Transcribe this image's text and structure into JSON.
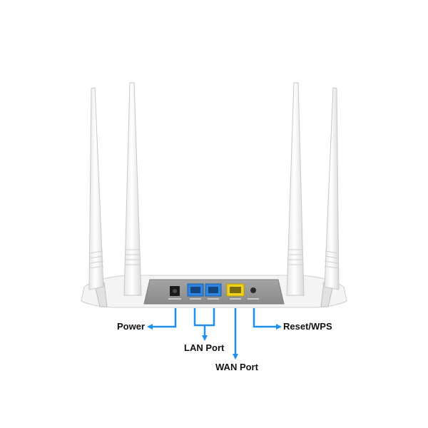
{
  "device": {
    "icon": "wifi-router-icon"
  },
  "labels": {
    "power": "Power",
    "lan_port": "LAN Port",
    "wan_port": "WAN Port",
    "reset_wps": "Reset/WPS"
  },
  "colors": {
    "arrow": "#1f8ff0",
    "lan_port": "#2f86e0",
    "wan_port": "#f0d21a",
    "router_body": "#f4f4f4",
    "back_panel": "#9a9a9a"
  }
}
